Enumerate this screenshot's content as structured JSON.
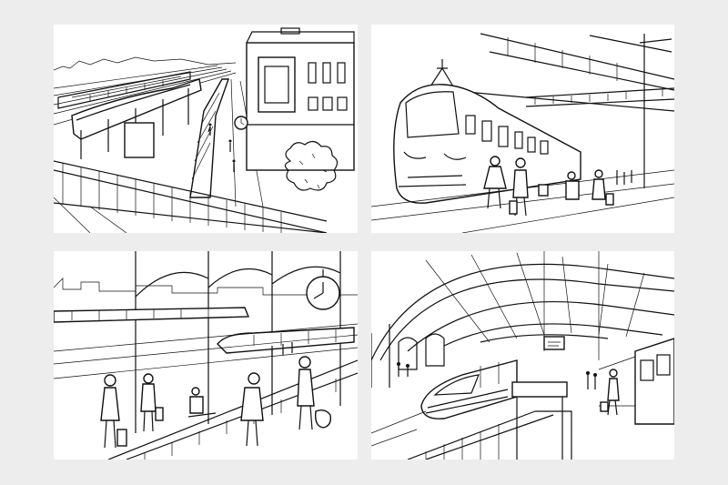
{
  "image": {
    "panels": [
      {
        "id": "panel-1"
      },
      {
        "id": "panel-2"
      },
      {
        "id": "panel-3"
      },
      {
        "id": "panel-4"
      }
    ]
  }
}
